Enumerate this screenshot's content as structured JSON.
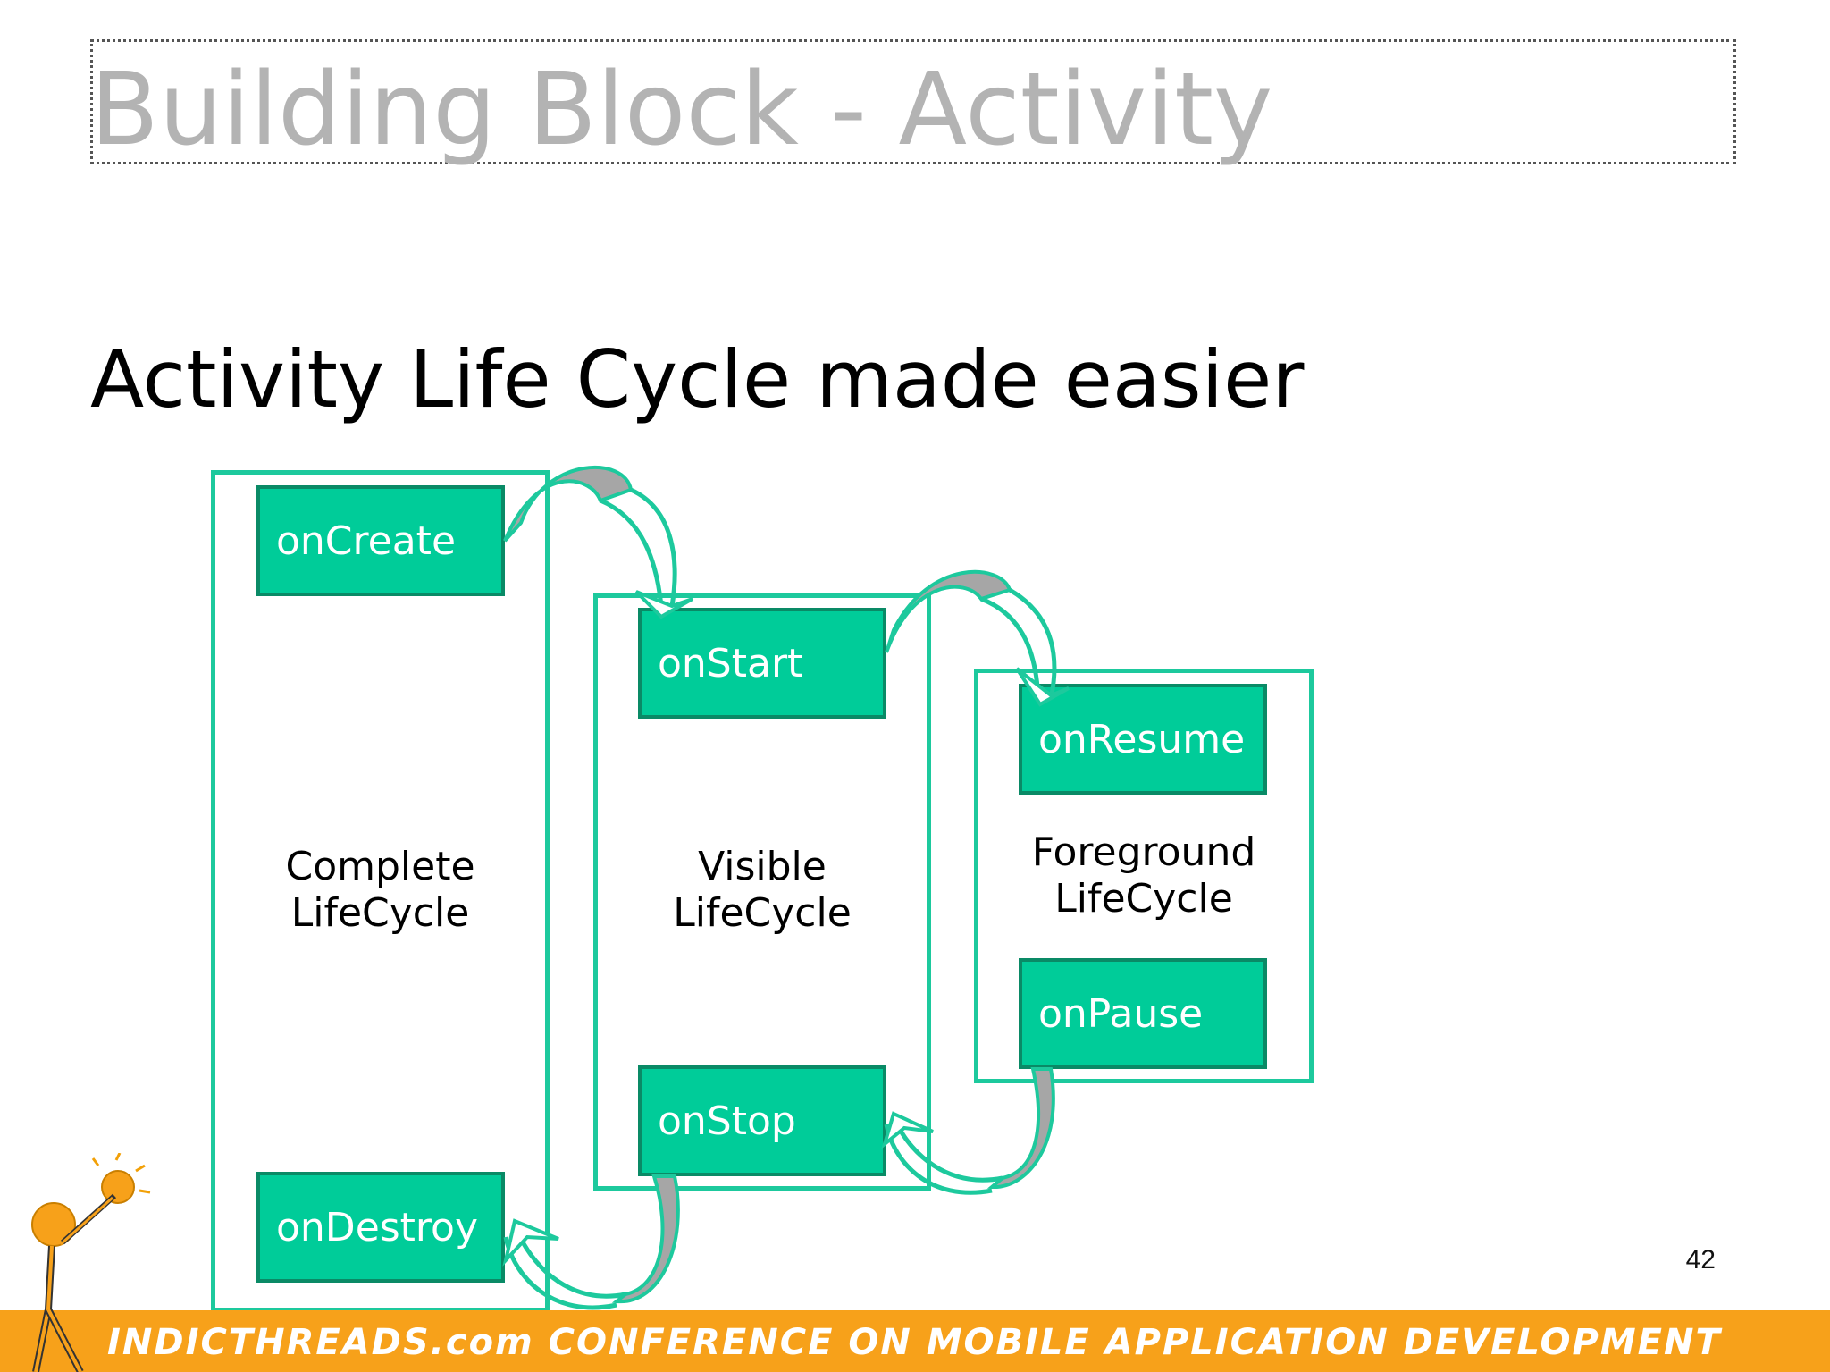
{
  "slide": {
    "title": "Building Block - Activity",
    "subtitle": "Activity Life Cycle made easier",
    "page_number": "42"
  },
  "diagram": {
    "frames": [
      {
        "label": "Complete\nLifeCycle"
      },
      {
        "label": "Visible\nLifeCycle"
      },
      {
        "label": "Foreground\nLifeCycle"
      }
    ],
    "methods": {
      "on_create": "onCreate",
      "on_start": "onStart",
      "on_resume": "onResume",
      "on_pause": "onPause",
      "on_stop": "onStop",
      "on_destroy": "onDestroy"
    }
  },
  "footer": {
    "text": "INDICTHREADS.com CONFERENCE ON MOBILE APPLICATION DEVELOPMENT"
  },
  "colors": {
    "method_fill": "#00cc99",
    "frame_border": "#1dc99d",
    "arrow_fill": "#a6a6a6",
    "footer_bar": "#f7a11a",
    "title_text": "#b3b3b3"
  }
}
